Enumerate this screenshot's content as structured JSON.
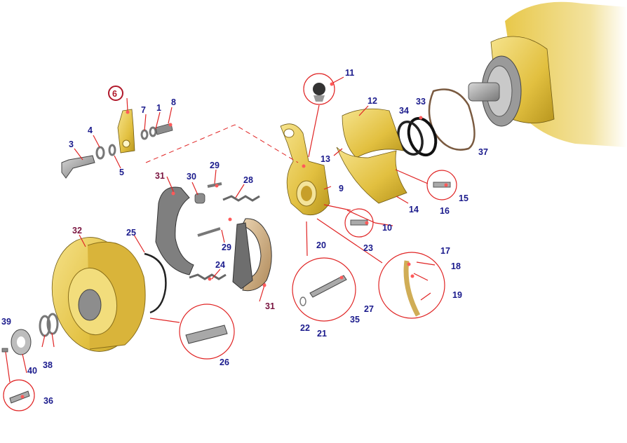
{
  "diagram": {
    "labels": [
      {
        "id": "1",
        "text": "1",
        "highlighted": false
      },
      {
        "id": "3",
        "text": "3",
        "highlighted": false
      },
      {
        "id": "4",
        "text": "4",
        "highlighted": false
      },
      {
        "id": "5",
        "text": "5",
        "highlighted": false
      },
      {
        "id": "6",
        "text": "6",
        "highlighted": true
      },
      {
        "id": "7",
        "text": "7",
        "highlighted": false
      },
      {
        "id": "8",
        "text": "8",
        "highlighted": false
      },
      {
        "id": "9",
        "text": "9",
        "highlighted": false
      },
      {
        "id": "10",
        "text": "10",
        "highlighted": false
      },
      {
        "id": "11",
        "text": "11",
        "highlighted": false
      },
      {
        "id": "12",
        "text": "12",
        "highlighted": false
      },
      {
        "id": "13",
        "text": "13",
        "highlighted": false
      },
      {
        "id": "14",
        "text": "14",
        "highlighted": false
      },
      {
        "id": "15",
        "text": "15",
        "highlighted": false
      },
      {
        "id": "16",
        "text": "16",
        "highlighted": false
      },
      {
        "id": "17",
        "text": "17",
        "highlighted": false
      },
      {
        "id": "18",
        "text": "18",
        "highlighted": false
      },
      {
        "id": "19",
        "text": "19",
        "highlighted": false
      },
      {
        "id": "20",
        "text": "20",
        "highlighted": false
      },
      {
        "id": "21",
        "text": "21",
        "highlighted": false
      },
      {
        "id": "22",
        "text": "22",
        "highlighted": false
      },
      {
        "id": "23",
        "text": "23",
        "highlighted": false
      },
      {
        "id": "24",
        "text": "24",
        "highlighted": false
      },
      {
        "id": "25",
        "text": "25",
        "highlighted": false
      },
      {
        "id": "26",
        "text": "26",
        "highlighted": false
      },
      {
        "id": "27",
        "text": "27",
        "highlighted": false
      },
      {
        "id": "28",
        "text": "28",
        "highlighted": false
      },
      {
        "id": "29a",
        "text": "29",
        "highlighted": false
      },
      {
        "id": "29b",
        "text": "29",
        "highlighted": false
      },
      {
        "id": "30",
        "text": "30",
        "highlighted": false
      },
      {
        "id": "31a",
        "text": "31",
        "highlighted": false
      },
      {
        "id": "31b",
        "text": "31",
        "highlighted": false
      },
      {
        "id": "32",
        "text": "32",
        "highlighted": false
      },
      {
        "id": "33",
        "text": "33",
        "highlighted": false
      },
      {
        "id": "34",
        "text": "34",
        "highlighted": false
      },
      {
        "id": "35",
        "text": "35",
        "highlighted": false
      },
      {
        "id": "36",
        "text": "36",
        "highlighted": false
      },
      {
        "id": "37",
        "text": "37",
        "highlighted": false
      },
      {
        "id": "38",
        "text": "38",
        "highlighted": false
      },
      {
        "id": "39",
        "text": "39",
        "highlighted": false
      },
      {
        "id": "40",
        "text": "40",
        "highlighted": false
      }
    ],
    "colors": {
      "part_yellow": "#e8c84a",
      "label_blue": "#1a1a8c",
      "label_maroon": "#7a1540",
      "leader_red": "#e02424"
    }
  }
}
